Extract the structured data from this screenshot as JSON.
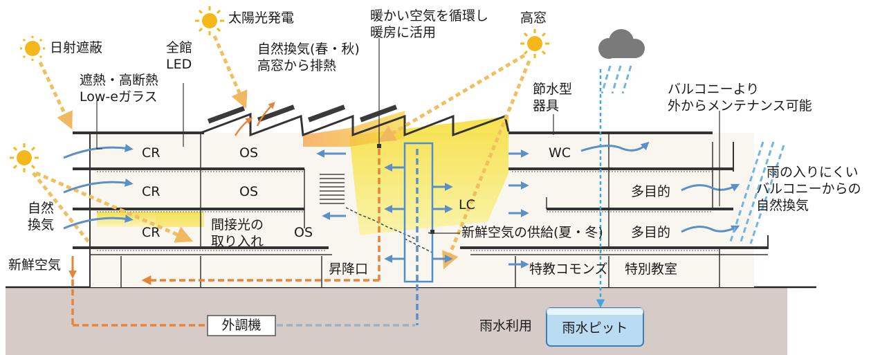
{
  "labels": {
    "shading": "日射遮蔽",
    "solar_power": "太陽光発電",
    "warm_air_line1": "暖かい空気を循環し",
    "warm_air_line2": "暖房に活用",
    "high_window": "高窓",
    "full_led_line1": "全館",
    "full_led_line2": "LED",
    "natural_vent_spring_line1": "自然換気(春・秋)",
    "natural_vent_spring_line2": "高窓から排熱",
    "glass_line1": "遮熱・高断熱",
    "glass_line2": "Low-eガラス",
    "water_saving_line1": "節水型",
    "water_saving_line2": "器具",
    "balcony_maint_line1": "バルコニーより",
    "balcony_maint_line2": "外からメンテナンス可能",
    "rain_balcony_line1": "雨の入りにくい",
    "rain_balcony_line2": "バルコニーからの",
    "rain_balcony_line3": "自然換気",
    "natural_vent_line1": "自然",
    "natural_vent_line2": "換気",
    "fresh_air": "新鮮空気",
    "indirect_light_line1": "間接光の",
    "indirect_light_line2": "取り入れ",
    "fresh_air_supply": "新鮮空気の供給(夏・冬)",
    "lift_shaft": "昇降口",
    "special_commons": "特教コモンズ",
    "special_classroom": "特別教室",
    "outdoor_unit": "外調機",
    "rainwater_use": "雨水利用",
    "rainwater_pit": "雨水ピット"
  },
  "rooms": {
    "cr": "CR",
    "os": "OS",
    "lc": "LC",
    "wc": "WC",
    "multipurpose": "多目的"
  },
  "colors": {
    "sun": "#f4b81a",
    "warm_arrow": "#f0c060",
    "orange_duct": "#e8843a",
    "blue_arrow": "#5b8fc8",
    "ground": "#d6cbc6",
    "building_fill": "#f8f6ee",
    "yellow_glow": "#f7e64a",
    "cloud": "#7a7a7a",
    "rain": "#6fb4e3",
    "pit_fill": "#b9dcf2"
  },
  "icons": [
    "sun-icon",
    "cloud-icon",
    "rain-icon",
    "solar-panel-icon",
    "stair-icon"
  ]
}
